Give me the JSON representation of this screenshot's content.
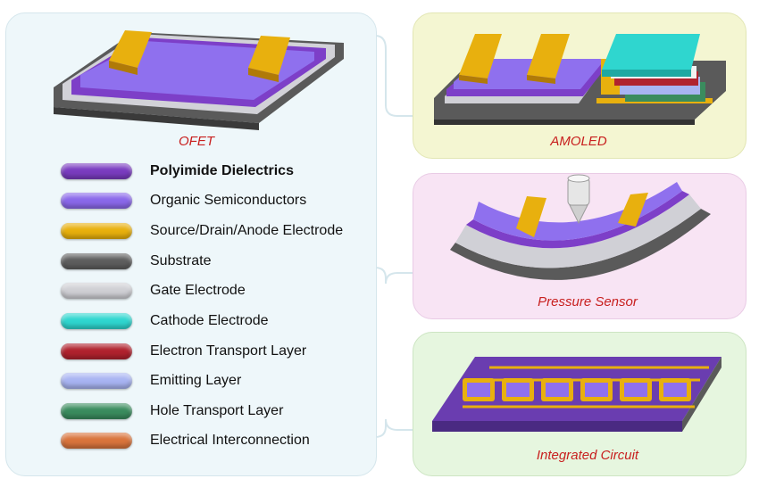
{
  "captions": {
    "ofet": "OFET",
    "amoled": "AMOLED",
    "pressure": "Pressure Sensor",
    "ic": "Integrated Circuit"
  },
  "legend": [
    {
      "label": "Polyimide Dielectrics",
      "color": "#7a3cc0",
      "bold": true
    },
    {
      "label": "Organic Semiconductors",
      "color": "#8a68ea",
      "bold": false
    },
    {
      "label": "Source/Drain/Anode Electrode",
      "color": "#e8b00e",
      "bold": false
    },
    {
      "label": "Substrate",
      "color": "#5e5e5e",
      "bold": false
    },
    {
      "label": "Gate Electrode",
      "color": "#cfcfd4",
      "bold": false
    },
    {
      "label": "Cathode Electrode",
      "color": "#2fd6cf",
      "bold": false
    },
    {
      "label": "Electron Transport Layer",
      "color": "#b0222e",
      "bold": false
    },
    {
      "label": "Emitting Layer",
      "color": "#a8b4f2",
      "bold": false
    },
    {
      "label": "Hole Transport Layer",
      "color": "#3a8c5e",
      "bold": false
    },
    {
      "label": "Electrical Interconnection",
      "color": "#d9743c",
      "bold": false
    }
  ]
}
